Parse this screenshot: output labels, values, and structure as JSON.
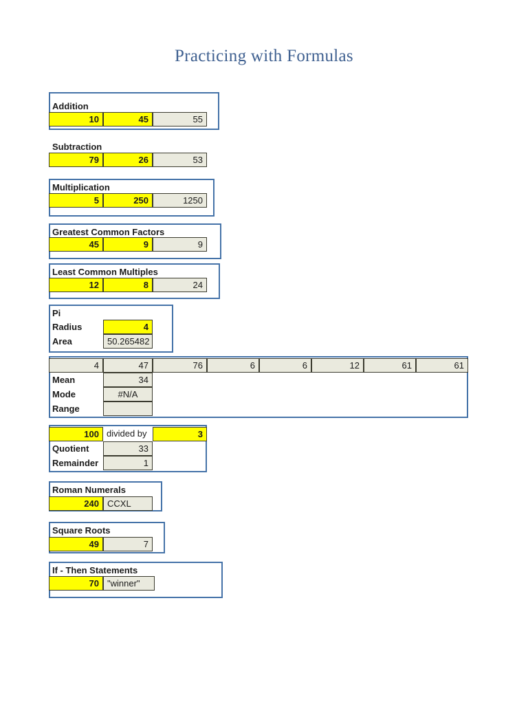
{
  "page": {
    "title": "Practicing with Formulas",
    "title_color": "#3f6090",
    "colors": {
      "input_cell": "#ffff00",
      "result_cell": "#eaeade",
      "frame_border": "#4472a8",
      "cell_border": "#3a3a2e"
    }
  },
  "sections": [
    {
      "id": "addition",
      "label": "Addition",
      "inputs": [
        "10",
        "45"
      ],
      "result": "55"
    },
    {
      "id": "subtraction",
      "label": "Subtraction",
      "inputs": [
        "79",
        "26"
      ],
      "result": "53"
    },
    {
      "id": "multiplication",
      "label": "Multiplication",
      "inputs": [
        "5",
        "250"
      ],
      "result": "1250"
    },
    {
      "id": "greatest-common-factors",
      "label": "Greatest Common Factors",
      "inputs": [
        "45",
        "9"
      ],
      "result": "9"
    },
    {
      "id": "least-common-multiples",
      "label": "Least Common Multiples",
      "inputs": [
        "12",
        "8"
      ],
      "result": "24"
    },
    {
      "id": "pi",
      "label": "Pi",
      "radius_label": "Radius",
      "radius_value": "4",
      "area_label": "Area",
      "area_value": "50.265482"
    },
    {
      "id": "statistics",
      "data_values": [
        "4",
        "47",
        "76",
        "6",
        "6",
        "12",
        "61",
        "61"
      ],
      "mean_label": "Mean",
      "mean_value": "34",
      "mode_label": "Mode",
      "mode_value": "#N/A",
      "range_label": "Range",
      "range_value": ""
    },
    {
      "id": "division",
      "dividend": "100",
      "connector": "divided by",
      "divisor": "3",
      "quotient_label": "Quotient",
      "quotient_value": "33",
      "remainder_label": "Remainder",
      "remainder_value": "1"
    },
    {
      "id": "roman-numerals",
      "label": "Roman Numerals",
      "input": "240",
      "result": "CCXL"
    },
    {
      "id": "square-roots",
      "label": "Square Roots",
      "input": "49",
      "result": "7"
    },
    {
      "id": "if-then-statements",
      "label": "If - Then Statements",
      "input": "70",
      "result": "\"winner\""
    }
  ]
}
